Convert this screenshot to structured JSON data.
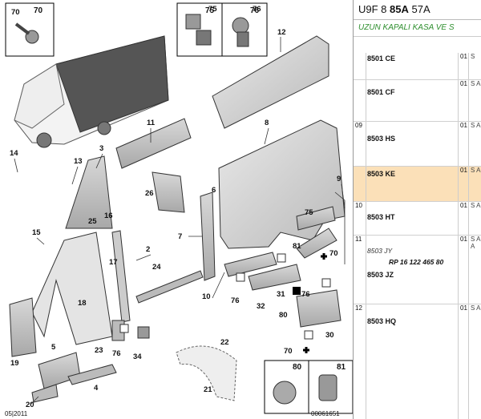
{
  "header": {
    "prefix": "U9F 8",
    "bold": "85A",
    "suffix": "57A"
  },
  "subtitle": "UZUN KAPALI KASA VE S",
  "callouts": [
    "70",
    "75",
    "76",
    "12",
    "11",
    "8",
    "14",
    "13",
    "3",
    "26",
    "6",
    "9",
    "15",
    "25",
    "16",
    "7",
    "2",
    "17",
    "24",
    "18",
    "10",
    "76",
    "32",
    "31",
    "80",
    "75",
    "81",
    "70",
    "76",
    "19",
    "23",
    "76",
    "34",
    "22",
    "5",
    "30",
    "4",
    "21",
    "20",
    "70"
  ],
  "box_numbers": {
    "b70": "70",
    "b75": "75",
    "b76": "76",
    "b80": "80",
    "b81": "81"
  },
  "footer": {
    "left": "05|2011",
    "right": "00061651"
  },
  "rows": [
    {
      "group": "",
      "code": "8501 CE",
      "qty": "01",
      "more": "S",
      "highlight": false
    },
    {
      "group": "",
      "code": "8501 CF",
      "qty": "01",
      "more": "S A",
      "highlight": false
    },
    {
      "group": "09",
      "code": "8503 HS",
      "qty": "01",
      "more": "S A",
      "highlight": false
    },
    {
      "group": "",
      "code": "8503 KE",
      "qty": "01",
      "more": "S A",
      "highlight": true
    },
    {
      "group": "10",
      "code": "8503 HT",
      "qty": "01",
      "more": "S A",
      "highlight": false
    },
    {
      "group": "11",
      "code": "8503 JY",
      "ref": "RP 16 122 465 80",
      "code2": "8503 JZ",
      "qty": "01",
      "more": "S A A",
      "highlight": false
    },
    {
      "group": "12",
      "code": "8503 HQ",
      "qty": "01",
      "more": "S A",
      "highlight": false
    }
  ]
}
